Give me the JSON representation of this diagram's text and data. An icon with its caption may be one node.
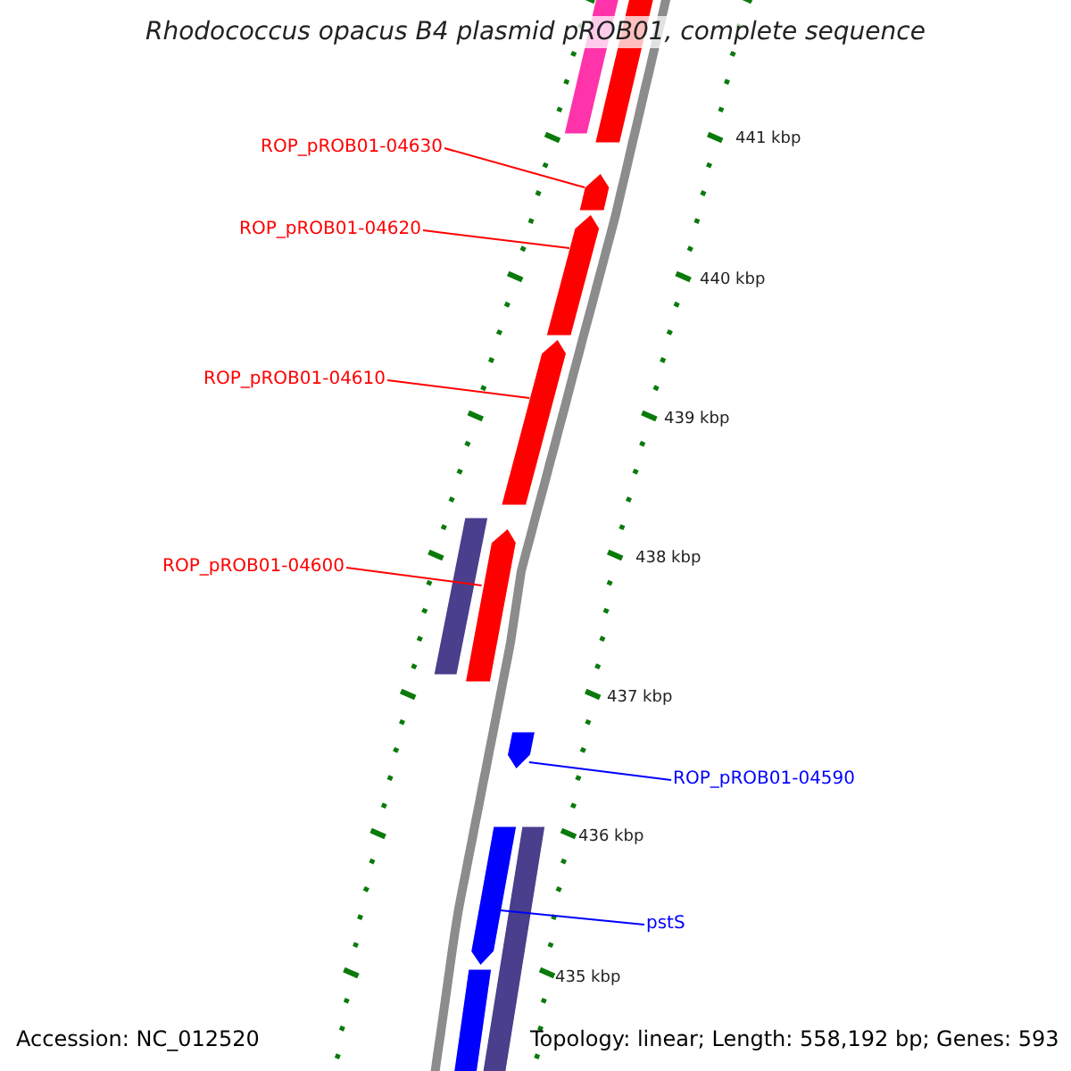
{
  "diagram": {
    "title": "Rhodococcus opacus B4 plasmid pROB01, complete sequence",
    "nodes": [
      {
        "text": [],
        "shape": "bar"
      },
      {
        "text": [],
        "shape": "bar"
      },
      {
        "text": [
          "ROP_pROB01-04630"
        ]
      },
      {
        "text": [],
        "shape": "bar"
      },
      {
        "text": [
          "ROP_pROB01-04620"
        ]
      },
      {
        "text": [],
        "shape": "bar"
      },
      {
        "text": [
          "ROP_pROB01-04610"
        ]
      },
      {
        "text": [],
        "shape": "bar"
      },
      {
        "text": [],
        "shape": "bar"
      },
      {
        "text": [
          "ROP_pROB01-04600"
        ]
      },
      {
        "text": [],
        "shape": "bar"
      },
      {
        "text": [],
        "shape": "bar"
      },
      {
        "text": [
          "ROP_pROB01-04590"
        ]
      },
      {
        "text": [],
        "shape": "bar"
      },
      {
        "text": [],
        "shape": "bar"
      },
      {
        "text": [
          "pstS"
        ]
      },
      {
        "text": [],
        "shape": "bar"
      }
    ],
    "edges": [
      {
        "from": 2,
        "to": 3,
        "arrow": "none"
      },
      {
        "from": 4,
        "to": 5,
        "arrow": "none"
      },
      {
        "from": 6,
        "to": 7,
        "arrow": "none"
      },
      {
        "from": 9,
        "to": 10,
        "arrow": "none"
      },
      {
        "from": 12,
        "to": 11,
        "arrow": "none",
        "color": "#0000ff"
      },
      {
        "from": 15,
        "to": 14,
        "arrow": "none",
        "color": "#0000ff"
      }
    ],
    "labels": [
      "441 kbp",
      "440 kbp",
      "439 kbp",
      "438 kbp",
      "437 kbp",
      "436 kbp",
      "435 kbp",
      "Accession: NC_012520",
      "Topology: linear; Length: 558,192 bp; Genes: 593"
    ]
  }
}
